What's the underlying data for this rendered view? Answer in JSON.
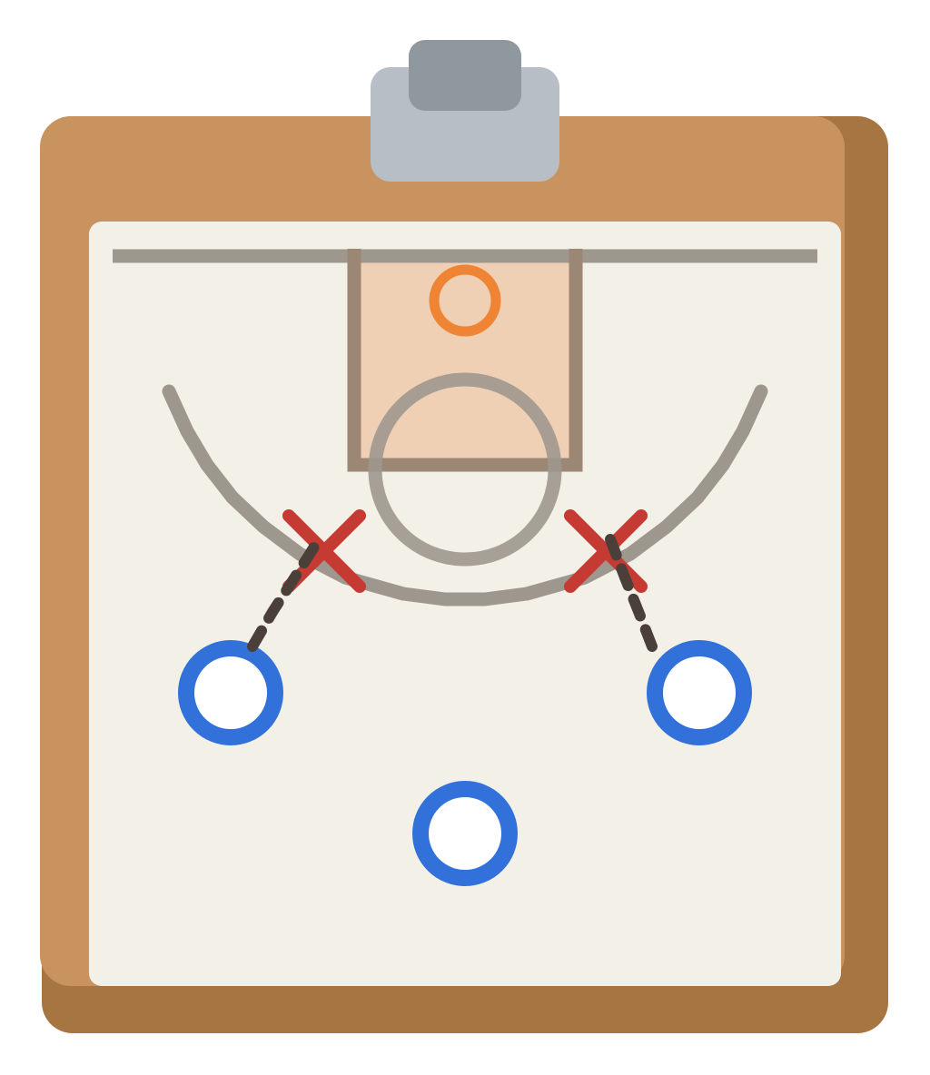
{
  "emoji": {
    "name": "clipboard-basketball-play",
    "colors": {
      "board_shadow": "#A67541",
      "board": "#C8935E",
      "paper": "#F3F0E8",
      "clip_back": "#B7BEC6",
      "clip_front": "#8F979F",
      "court_lines": "#9E978E",
      "lane_fill": "#F0D0B4",
      "lane_lines": "#9C8674",
      "hoop": "#EE8434",
      "defender_x": "#C63A34",
      "player_o": "#3271DA",
      "pass_path": "#4A4039"
    },
    "players_o": [
      "left-wing",
      "right-wing",
      "top"
    ],
    "defenders_x": [
      "left-wing",
      "right-wing"
    ]
  }
}
